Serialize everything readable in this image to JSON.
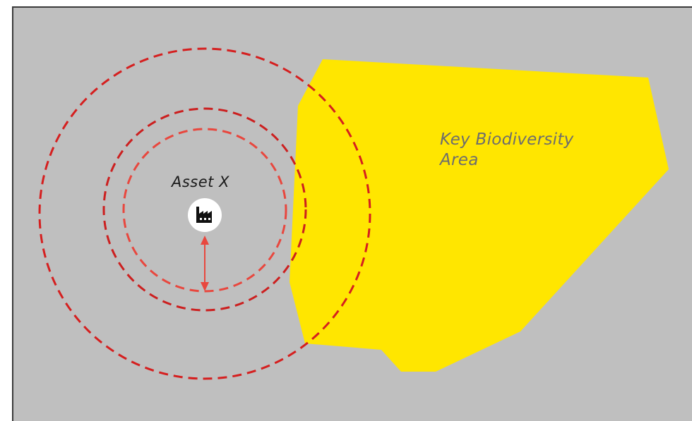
{
  "diagram": {
    "asset": {
      "label": "Asset X",
      "icon": "factory-icon"
    },
    "area": {
      "label": "Key Biodiversity\nArea"
    },
    "colors": {
      "background": "#bfbfbf",
      "frame": "#3a3a3a",
      "biodiversity_area": "#ffe600",
      "buffer_outer": "#d51f1f",
      "buffer_middle": "#cc1f1f",
      "buffer_inner": "#e8473e",
      "distance_arrow": "#e8473e",
      "asset_marker": "#ffffff",
      "icon": "#111111"
    },
    "buffer_zones": [
      "outer-buffer",
      "middle-buffer",
      "inner-buffer"
    ]
  }
}
